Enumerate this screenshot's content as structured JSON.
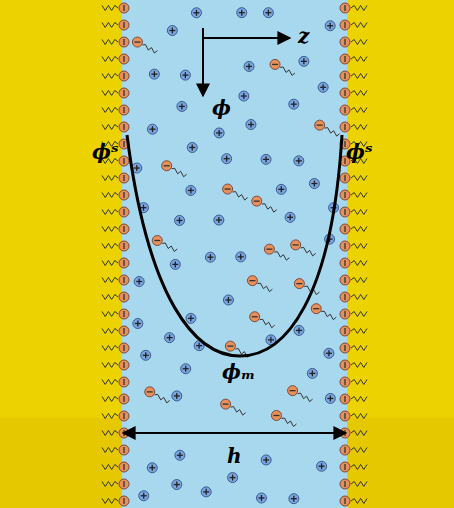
{
  "diagram": {
    "labels": [
      "z",
      "ϕ",
      "ϕˢ",
      "ϕˢ",
      "ϕₘ",
      "h"
    ]
  }
}
